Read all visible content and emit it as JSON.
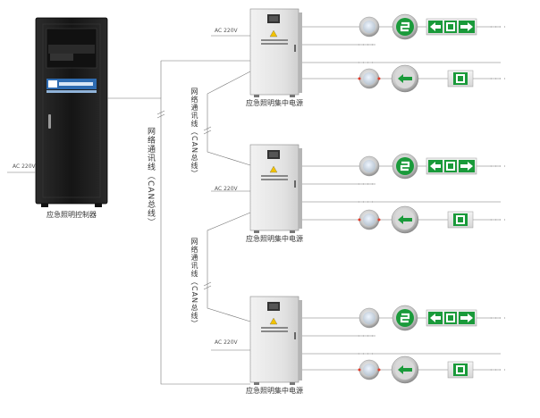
{
  "controller": {
    "label": "应急照明控制器",
    "input_label": "AC 220V"
  },
  "main_cable_label": "网络通讯线（CAN总线）",
  "link_cable_label": "网络通讯线（CAN总线）",
  "power_units": [
    {
      "label": "应急照明集中电源",
      "input_label": "AC 220V"
    },
    {
      "label": "应急照明集中电源",
      "input_label": "AC 220V"
    },
    {
      "label": "应急照明集中电源",
      "input_label": "AC 220V"
    }
  ],
  "colors": {
    "line": "#666666",
    "cabinet": "#1e1e1e",
    "panel": "#e6e6e6",
    "exit_green": "#1a9a3a"
  },
  "icons": [
    "downlight-icon",
    "round-exit-indicator-icon",
    "exit-sign-icon",
    "round-arrow-indicator-icon",
    "exit-door-sign-icon"
  ]
}
